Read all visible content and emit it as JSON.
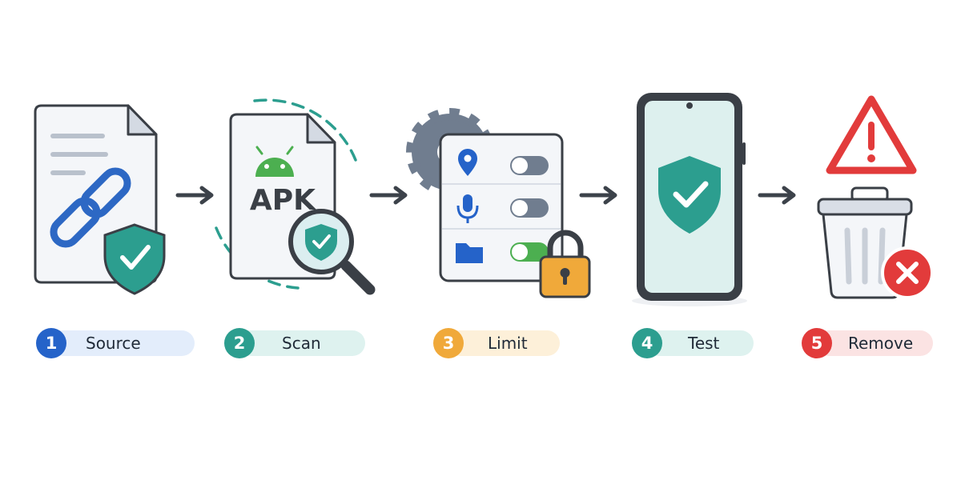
{
  "colors": {
    "blue": "#2563c9",
    "teal": "#2c9e8f",
    "orange": "#f0a93a",
    "red": "#e23b3b",
    "arrow": "#3c424a",
    "outline": "#3a3f46"
  },
  "icons": {
    "step1": [
      "document-icon",
      "link-icon",
      "shield-check-icon"
    ],
    "step2": [
      "apk-file-icon",
      "android-icon",
      "magnifier-icon"
    ],
    "step3": [
      "gear-icon",
      "location-icon",
      "microphone-icon",
      "folder-icon",
      "toggle-icon",
      "padlock-icon"
    ],
    "step4": [
      "smartphone-icon",
      "shield-check-icon"
    ],
    "step5": [
      "warning-icon",
      "trash-can-icon",
      "error-x-icon"
    ]
  },
  "apk_label": "APK",
  "steps": [
    {
      "number": "1",
      "label": "Source"
    },
    {
      "number": "2",
      "label": "Scan"
    },
    {
      "number": "3",
      "label": "Limit"
    },
    {
      "number": "4",
      "label": "Test"
    },
    {
      "number": "5",
      "label": "Remove"
    }
  ]
}
